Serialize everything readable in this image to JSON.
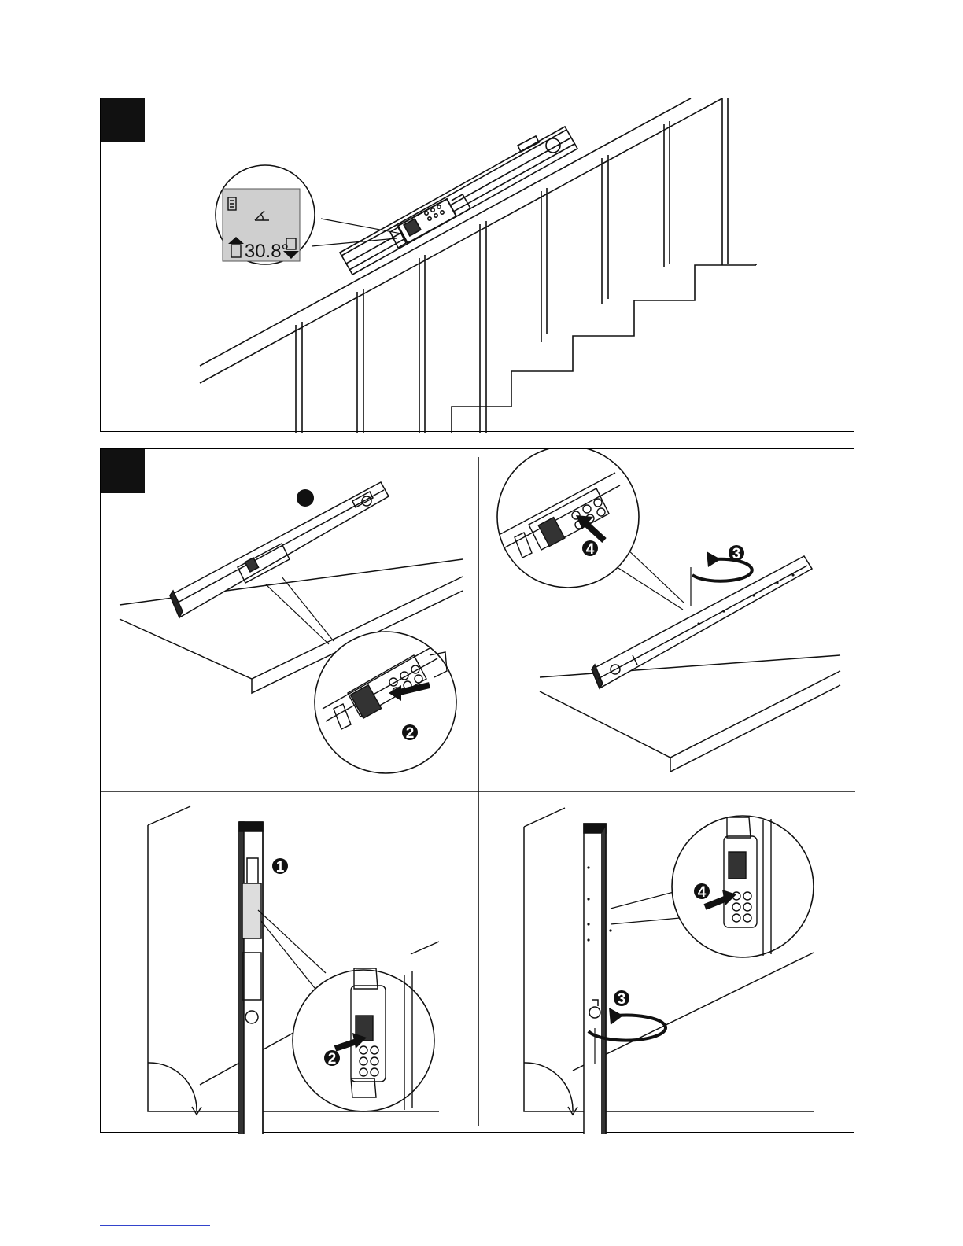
{
  "figure_top": {
    "display": {
      "reading": "30.8°"
    }
  },
  "figure_bottom": {
    "markers": {
      "m1": "1",
      "m2_a": "2",
      "m2_b": "2",
      "m3_a": "3",
      "m3_b": "3",
      "m4_a": "4",
      "m4_b": "4"
    }
  },
  "colors": {
    "ink": "#111111",
    "lcd_bg": "#cfcfcf",
    "footer_link": "#3344cc"
  }
}
